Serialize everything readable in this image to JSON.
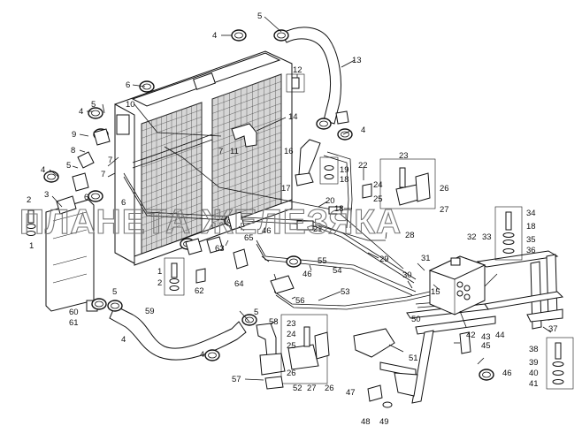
{
  "watermark": "ПЛАНЕТА ЖЕЛЕЗЯКА",
  "callouts": {
    "c1a": "1",
    "c2a": "2",
    "c3": "3",
    "c4a": "4",
    "c4b": "4",
    "c4c": "4",
    "c4d": "4",
    "c4e": "4",
    "c4f": "4",
    "c5a": "5",
    "c5b": "5",
    "c5c": "5",
    "c5d": "5",
    "c5e": "5",
    "c6a": "6",
    "c6b": "6",
    "c6c": "6",
    "c7a": "7",
    "c7b": "7",
    "c7c": "7",
    "c8": "8",
    "c9": "9",
    "c10": "10",
    "c11": "11",
    "c12": "12",
    "c13": "13",
    "c14": "14",
    "c15": "15",
    "c16": "16",
    "c17": "17",
    "c18a": "18",
    "c18b": "18",
    "c19": "19",
    "c20": "20",
    "c21": "21",
    "c22": "22",
    "c23a": "23",
    "c23b": "23",
    "c24a": "24",
    "c24b": "24",
    "c25a": "25",
    "c25b": "25",
    "c26a": "26",
    "c26b": "26",
    "c27a": "27",
    "c27b": "27",
    "c28": "28",
    "c29": "29",
    "c30": "30",
    "c31": "31",
    "c32": "32",
    "c33": "33",
    "c34": "34",
    "c35": "35",
    "c36": "36",
    "c37": "37",
    "c38": "38",
    "c39": "39",
    "c40": "40",
    "c41": "41",
    "c42": "42",
    "c43": "43",
    "c44": "44",
    "c45": "45",
    "c46a": "46",
    "c46b": "46",
    "c46c": "46",
    "c47": "47",
    "c48": "48",
    "c49": "49",
    "c50": "50",
    "c51": "51",
    "c52": "52",
    "c53": "53",
    "c54": "54",
    "c55": "55",
    "c56": "56",
    "c57": "57",
    "c58": "58",
    "c59": "59",
    "c60": "60",
    "c61": "61",
    "c62": "62",
    "c63": "63",
    "c64": "64",
    "c65": "65",
    "c1b": "1",
    "c2b": "2"
  }
}
